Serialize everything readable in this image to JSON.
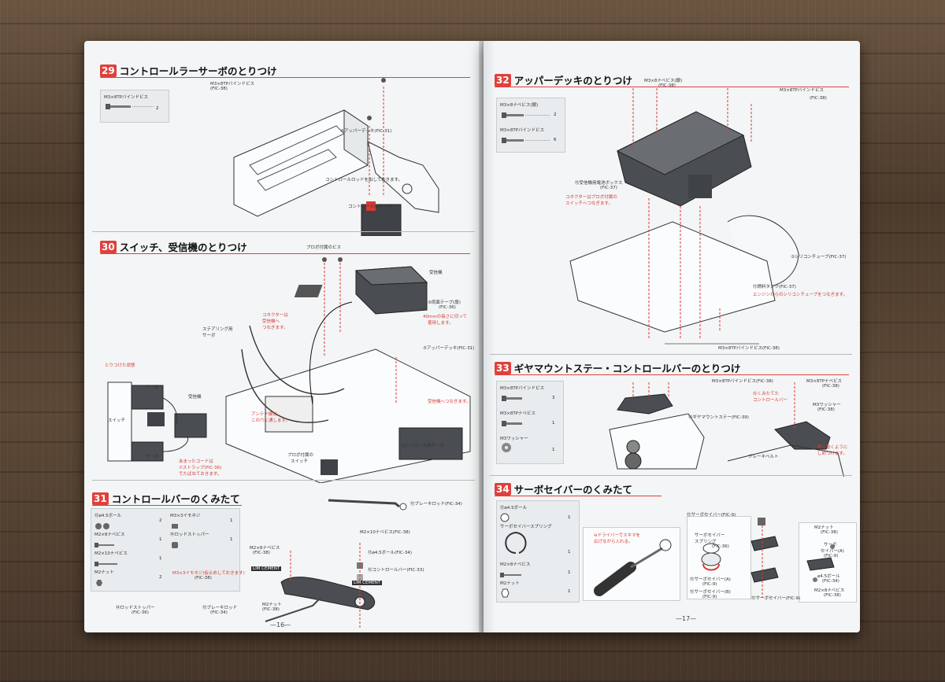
{
  "left": {
    "page_number": "—16—",
    "s29": {
      "num": "29",
      "title": "コントロールラーサーボのとりつけ",
      "part": {
        "name": "M3×8TPバインドビス",
        "qty": "2"
      },
      "labels": [
        "M3×8TPバインドビス",
        "(FIC-38)",
        "⑤アッパーデッキ(FIC-31)",
        "コントロールロッドを出しておきます。",
        "コントロール用サーボ"
      ]
    },
    "s30": {
      "num": "30",
      "title": "スイッチ、受信機のとりつけ",
      "labels": [
        "プロポ付属のビス",
        "受信機",
        "⑤両面テープ(厚)",
        "(FIC-36)",
        "40mmの長さに切って",
        "使用します。",
        "⑤アッパーデッキ(FIC-31)",
        "ステアリング用",
        "サーボ",
        "受信機へつなぎます。",
        "コントロール用サーボ",
        "プロポ付属の",
        "スイッチ",
        "とりつけた状態",
        "サーボ",
        "受信機",
        "スイッチ",
        "サーボ",
        "あまったコードは",
        "⑦ストラップ(FIC-36)",
        "でたばねておきます。"
      ],
      "red_notes": [
        "コネクターは",
        "受信機へ",
        "つなぎます。",
        "アンテナ線は",
        "この穴に通します。"
      ]
    },
    "s31": {
      "num": "31",
      "title": "コントロールバーのくみたて",
      "parts": [
        {
          "name": "⑬ø4.5ボール",
          "qty": "2"
        },
        {
          "name": "M2×8ナベビス",
          "qty": "1"
        },
        {
          "name": "M2×10ナベビス",
          "qty": "1"
        },
        {
          "name": "M2ナット",
          "qty": "2"
        },
        {
          "name": "M3×3イモネジ",
          "qty": "1"
        },
        {
          "name": "⑭ロッドストッパー",
          "qty": "1"
        }
      ],
      "labels": [
        "⑮ブレーキロッド(FIC-34)",
        "M2×8ナベビス",
        "(FIC-38)",
        "M2×10ナベビス(FIC-38)",
        "⑬ø4.5ボール(FIC-34)",
        "⑯コントロールバー(FIC-33)",
        "M3×3イモネジ(仮止めしておきます)",
        "(FIC-38)",
        "⑭ロッドストッパー",
        "(FIC-36)",
        "⑮ブレーキロッド",
        "(FIC-34)",
        "M2ナット",
        "(FIC-38)"
      ],
      "badges": [
        "LIM CEMENT",
        "LIM CEMENT"
      ]
    }
  },
  "right": {
    "page_number": "—17—",
    "s32": {
      "num": "32",
      "title": "アッパーデッキのとりつけ",
      "parts": [
        {
          "name": "M3×8ナベビス(銀)",
          "qty": "2"
        },
        {
          "name": "M3×8TPバインドビス",
          "qty": "6"
        }
      ],
      "labels": [
        "M3×8ナベビス(銀)",
        "(FIC-38)",
        "M3×8TPバインドビス",
        "(FIC-38)",
        "⑮受信機用電池ボックス",
        "(FIC-37)",
        "③シリコンチューブ(FIC-37)",
        "⑮燃料タンク(FIC-37)",
        "M3×8TPバインドビス(FIC-38)"
      ],
      "red_notes": [
        "コネクターはプロポ付属の",
        "スイッチへつなぎます。",
        "エンジンからのシリコンチューブをつなぎます。"
      ]
    },
    "s33": {
      "num": "33",
      "title": "ギヤマウントステー・コントロールバーのとりつけ",
      "parts": [
        {
          "name": "M3×8TPバインドビス",
          "qty": "3"
        },
        {
          "name": "M3×8TPナベビス",
          "qty": "1"
        },
        {
          "name": "M3ワッシャー",
          "qty": "1"
        }
      ],
      "labels": [
        "M3×8TPバインドビス(FIC-38)",
        "M3×8TPナベビス",
        "(FIC-38)",
        "⑯くみたてた",
        "コントロールバー",
        "⑮ギヤマウントステー(FIC-39)",
        "M3ワッシャー",
        "(FIC-38)",
        "ブレーキベルト"
      ],
      "red_notes": [
        "軽く動くように",
        "しめつけます。"
      ]
    },
    "s34": {
      "num": "34",
      "title": "サーボセイバーのくみたて",
      "parts": [
        {
          "name": "⑬ø4.5ボール",
          "qty": "1"
        },
        {
          "name": "サーボセイバースプリング",
          "qty": "1"
        },
        {
          "name": "M2×8ナベビス",
          "qty": "1"
        },
        {
          "name": "M2ナット",
          "qty": "1"
        }
      ],
      "labels": [
        "⑮サーボセイバー(FIC-9)",
        "サーボセイバー",
        "スプリング",
        "(FIC-36)",
        "⑮サーボセイバー(A)",
        "(FIC-9)",
        "⑮サーボセイバー(B)",
        "(FIC-9)",
        "⑮サーボセイバー(FIC-9)",
        "M2ナット",
        "(FIC-38)",
        "サーボ",
        "セイバー(A)",
        "(FIC-9)",
        "ø4.5ボール",
        "(FIC-34)",
        "M2×8ナベビス",
        "(FIC-38)"
      ],
      "red_notes": [
        "⊖ドライバーでスキマを",
        "広げながら入れる。"
      ]
    }
  },
  "colors": {
    "accent": "#e0403c",
    "page": "#f3f5f6",
    "ink": "#222222"
  }
}
